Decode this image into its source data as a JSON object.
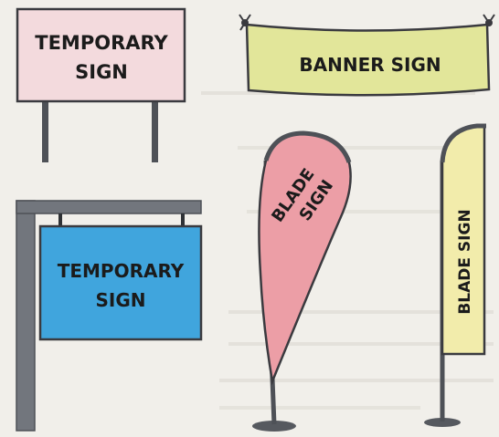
{
  "temporary_sign_top": {
    "line1": "TEMPORARY",
    "line2": "SIGN",
    "color": "#f3dadd"
  },
  "banner_sign": {
    "label": "BANNER SIGN",
    "color": "#e2e69a"
  },
  "temporary_sign_hanging": {
    "line1": "TEMPORARY",
    "line2": "SIGN",
    "color": "#40a5dd"
  },
  "blade_sign_teardrop": {
    "line1": "BLADE",
    "line2": "SIGN",
    "color": "#ec9ea6"
  },
  "blade_sign_feather": {
    "label": "BLADE SIGN",
    "color": "#f2ecab"
  },
  "colors": {
    "pole": "#4e5157",
    "outline": "#3a3a3f",
    "post": "#72767d",
    "paper": "#f1efea"
  }
}
